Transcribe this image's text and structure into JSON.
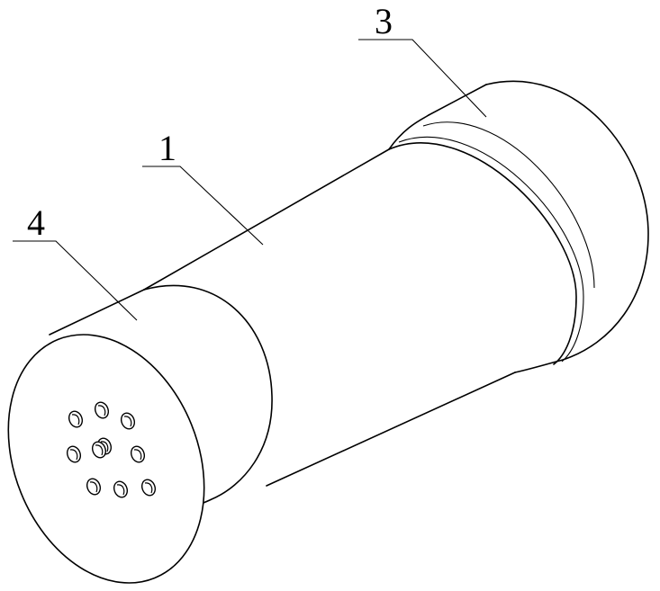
{
  "labels": {
    "body": "1",
    "rear_cap": "3",
    "front_cap": "4"
  },
  "front_cap_hole_count": 10
}
